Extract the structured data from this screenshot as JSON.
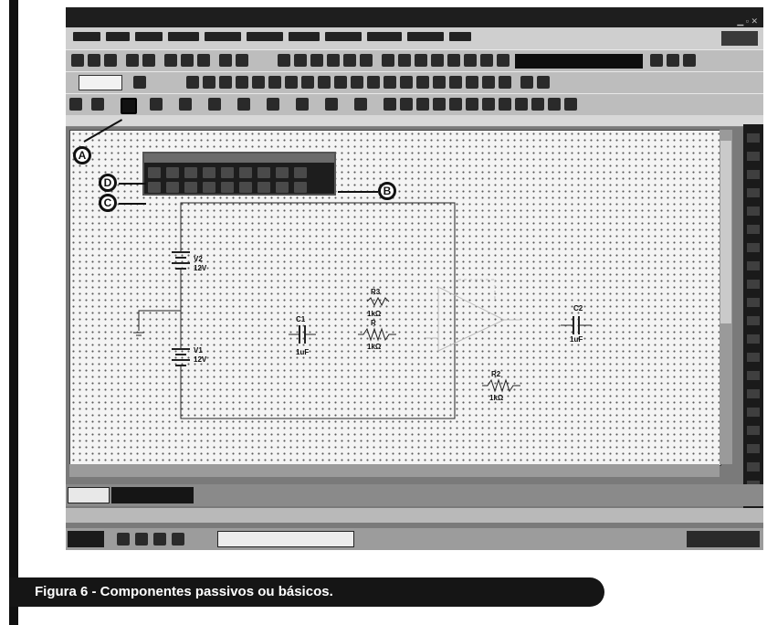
{
  "caption": "Figura 6 - Componentes passivos ou básicos.",
  "callouts": {
    "a": "A",
    "b": "B",
    "c": "C",
    "d": "D"
  },
  "window": {
    "title": ""
  },
  "toolbar": {
    "font_value": ""
  },
  "tabs": [
    {
      "label": ""
    },
    {
      "label": ""
    }
  ],
  "statusbar": {
    "text": ""
  },
  "taskbar": {
    "start_label": "",
    "window_label": "",
    "clock": ""
  },
  "circuit": {
    "labels": {
      "v2": "V2",
      "v2_val": "12V",
      "v1": "V1",
      "v1_val": "12V",
      "c1": "C1",
      "c1_val": "1uF",
      "r3": "R3",
      "r3_val": "1kΩ",
      "r1": "R",
      "r1_val": "1kΩ",
      "r2": "R2",
      "r2_val": "1kΩ",
      "c2": "C2",
      "c2_val": "1uF"
    }
  }
}
